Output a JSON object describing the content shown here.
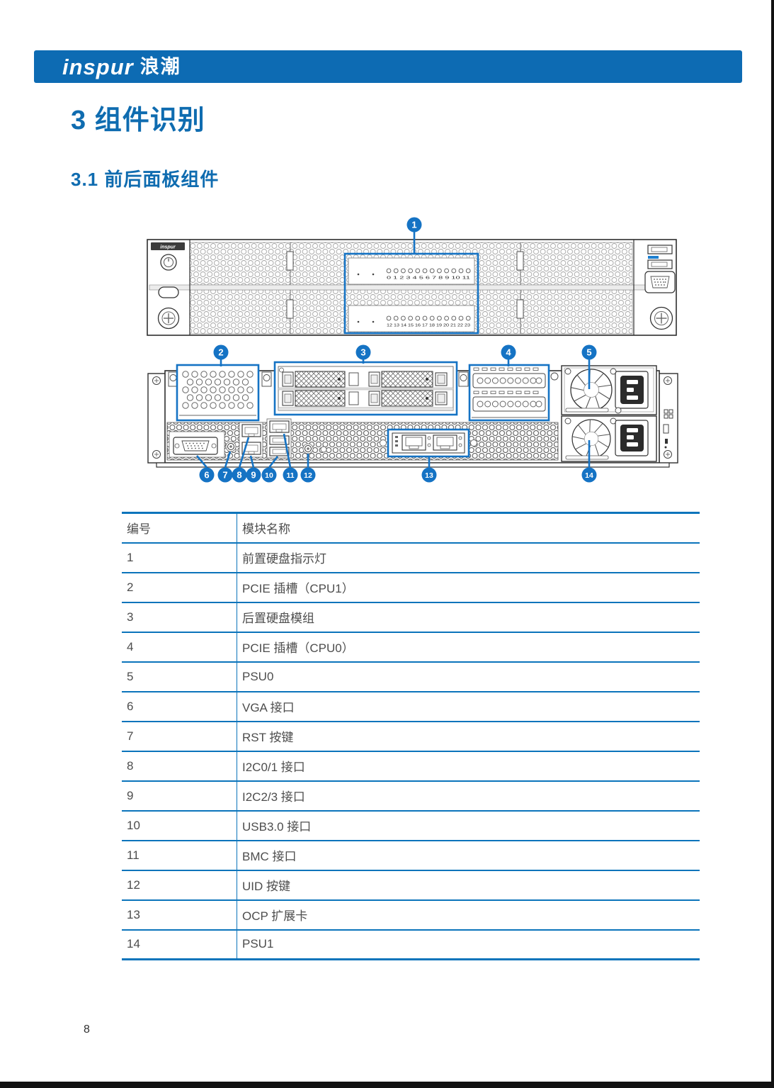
{
  "page": {
    "logo_en": "inspur",
    "logo_cn": "浪潮",
    "heading": "3 组件识别",
    "subheading": "3.1 前后面板组件",
    "page_number": "8",
    "accent_blue": "#0d6bb3",
    "callout_blue": "#1573c4",
    "table_line_blue": "#0b74bb"
  },
  "diagram": {
    "bezel_logo": "inspur",
    "led_row1": "0 1 2 3 4 5 6 7 8 9 10 11",
    "led_row2": "12 13 14 15 16 17 18 19 20 21 22 23",
    "callout_labels": [
      "1",
      "2",
      "3",
      "4",
      "5",
      "6",
      "7",
      "8",
      "9",
      "10",
      "11",
      "12",
      "13",
      "14"
    ]
  },
  "table": {
    "headers": [
      "编号",
      "模块名称"
    ],
    "rows": [
      [
        "1",
        "前置硬盘指示灯"
      ],
      [
        "2",
        "PCIE 插槽（CPU1）"
      ],
      [
        "3",
        "后置硬盘模组"
      ],
      [
        "4",
        "PCIE 插槽（CPU0）"
      ],
      [
        "5",
        "PSU0"
      ],
      [
        "6",
        "VGA 接口"
      ],
      [
        "7",
        "RST 按键"
      ],
      [
        "8",
        "I2C0/1 接口"
      ],
      [
        "9",
        "I2C2/3 接口"
      ],
      [
        "10",
        "USB3.0 接口"
      ],
      [
        "11",
        "BMC 接口"
      ],
      [
        "12",
        "UID 按键"
      ],
      [
        "13",
        "OCP 扩展卡"
      ],
      [
        "14",
        "PSU1"
      ]
    ]
  }
}
